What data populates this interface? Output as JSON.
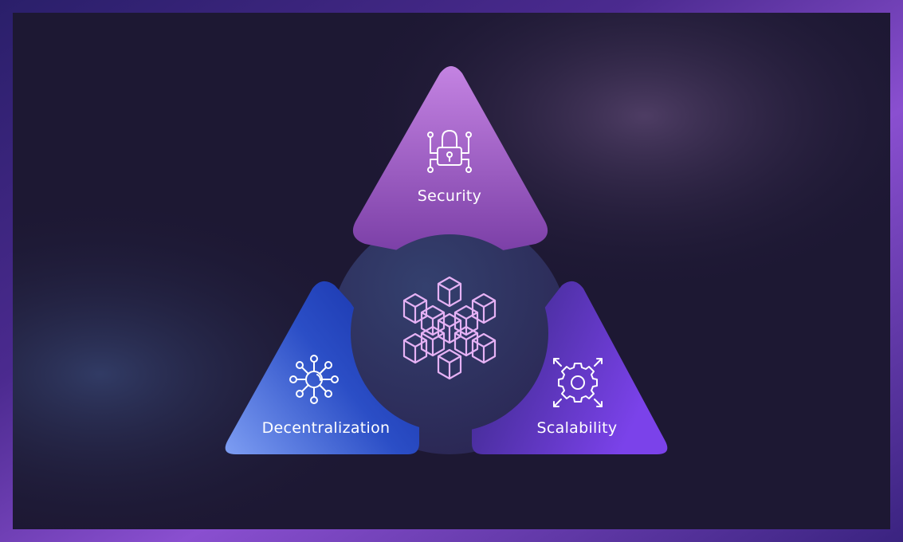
{
  "diagram": {
    "center": {
      "icon": "blockchain-cubes-icon"
    },
    "segments": [
      {
        "id": "security",
        "label": "Security",
        "icon": "padlock-circuit-icon"
      },
      {
        "id": "decentralization",
        "label": "Decentralization",
        "icon": "network-hub-icon"
      },
      {
        "id": "scalability",
        "label": "Scalability",
        "icon": "gear-expand-icon"
      }
    ]
  },
  "colors": {
    "background": "#1c1733",
    "frame_glow": "#6b3fd0",
    "center_circle": "#2c2d58",
    "security_top": "#c07ee0",
    "security_bottom": "#7a3ea8",
    "decentralization_left": "#6f8ff0",
    "decentralization_right": "#1d3db8",
    "scalability_left": "#3a2a8a",
    "scalability_right": "#7a40e8",
    "cube_stroke": "#e6b2f5",
    "icon_stroke": "#ffffff"
  }
}
